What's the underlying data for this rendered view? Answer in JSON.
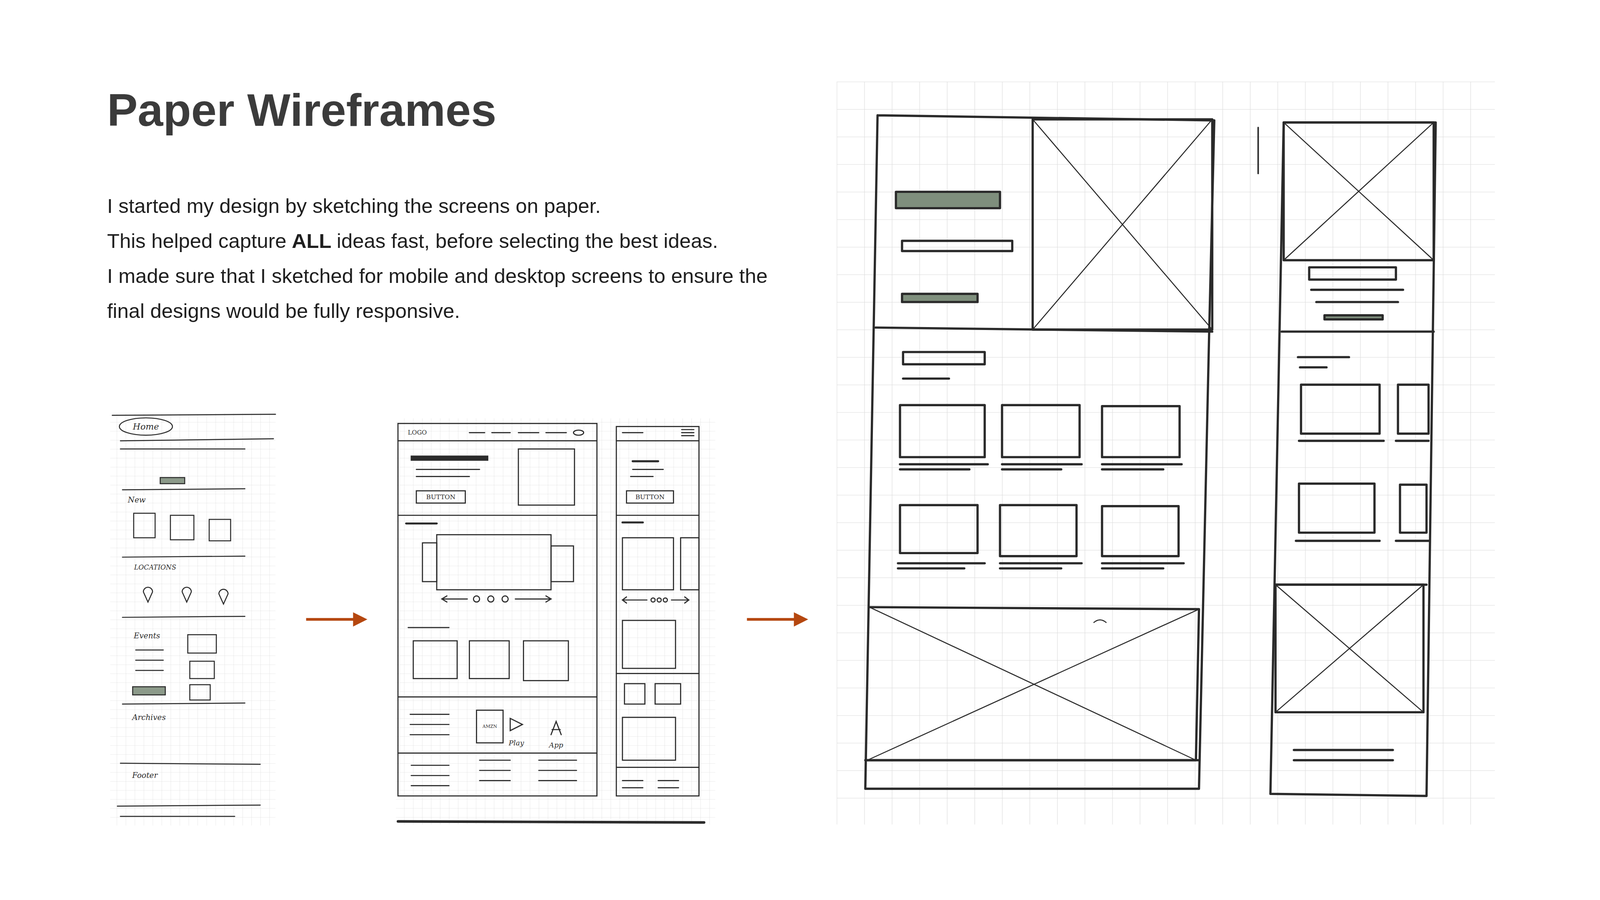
{
  "diagram": {
    "title": "Paper Wireframes",
    "labels": [
      "I started my design by sketching the screens on paper.",
      "This helped capture",
      "ALL",
      "ideas fast, before selecting the best ideas.",
      "I made sure that I sketched for mobile and desktop screens to ensure the final designs would be fully responsive.",
      "Home",
      "New",
      "LOCATIONS",
      "Events",
      "Archives",
      "Footer",
      "LOGO",
      "BUTTON",
      "BUTTON",
      "AMZN",
      "Play",
      "App"
    ]
  }
}
